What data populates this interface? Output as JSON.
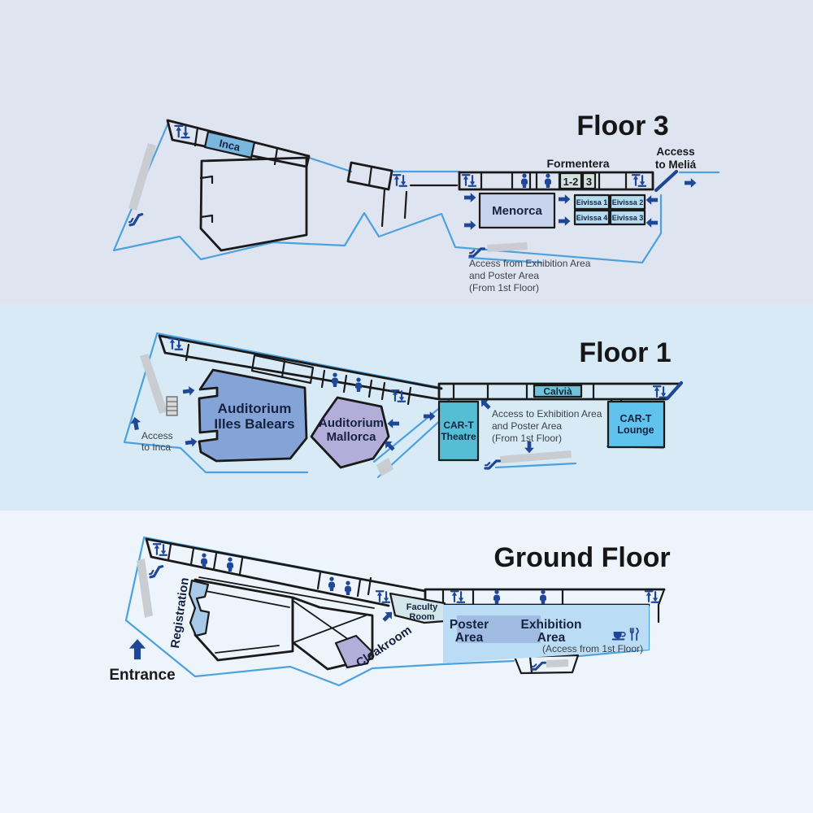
{
  "floor3": {
    "title": "Floor 3",
    "rooms": {
      "inca": "Inca",
      "menorca": "Menorca",
      "room_1_2": "1-2",
      "room_3": "3",
      "eivissa_1": "Eivissa 1",
      "eivissa_2": "Eivissa 2",
      "eivissa_3": "Eivissa 3",
      "eivissa_4": "Eivissa 4"
    },
    "labels": {
      "formentera": "Formentera",
      "access_melia": [
        "Access",
        "to Meliá"
      ],
      "access_from_exhibition": [
        "Access from Exhibition Area",
        "and Poster Area",
        "(From 1st Floor)"
      ]
    }
  },
  "floor1": {
    "title": "Floor 1",
    "rooms": {
      "auditorium_illes": [
        "Auditorium",
        "Illes Balears"
      ],
      "auditorium_mallorca": [
        "Auditorium",
        "Mallorca"
      ],
      "calvia": "Calvià",
      "cart_theatre": [
        "CAR-T",
        "Theatre"
      ],
      "cart_lounge": [
        "CAR-T",
        "Lounge"
      ]
    },
    "labels": {
      "access_inca": [
        "Access",
        "to Inca"
      ],
      "access_to_exhibition": [
        "Access to Exhibition Area",
        "and Poster Area",
        "(From 1st Floor)"
      ]
    }
  },
  "ground": {
    "title": "Ground Floor",
    "rooms": {
      "registration": "Registration",
      "cloakroom": "Cloakroom",
      "faculty": [
        "Faculty",
        "Room"
      ],
      "poster": [
        "Poster",
        "Area"
      ],
      "exhibition": [
        "Exhibition",
        "Area"
      ]
    },
    "labels": {
      "entrance": "Entrance",
      "access_first": "(Access from 1st Floor)"
    }
  },
  "icons": {
    "elevator": "elevator-up-down-arrows",
    "toilet": "person-figure",
    "escalator": "escalator-rail",
    "coffee": "coffee-cup",
    "restaurant": "fork-and-knife",
    "arrow": "direction-arrow"
  },
  "colors": {
    "band_floor3": "#dfe4f1",
    "band_floor1": "#d8eaf6",
    "band_ground": "#edf4fb",
    "outline_blue": "#4da1dd",
    "wall_black": "#1a1a1a",
    "navy": "#1e4797",
    "inca_fill": "#79b7de",
    "menorca_fill": "#c8d3ed",
    "eivissa_fill": "#b5dcf0",
    "small_room_fill": "#d2e2e1",
    "illes_balears_fill": "#84a4d8",
    "mallorca_fill": "#b2aed9",
    "calvia_fill": "#72c3da",
    "cart_theatre_fill": "#55bed5",
    "cart_lounge_fill": "#5fc3ee",
    "registration_fill": "#a9c9e9",
    "faculty_fill": "#d3e6ea",
    "poster_fill": "#a1bce3",
    "exhibition_fill": "#badcf4",
    "cloakroom_fill": "#b2aed9",
    "stairs_gray": "#c9cdd2"
  }
}
